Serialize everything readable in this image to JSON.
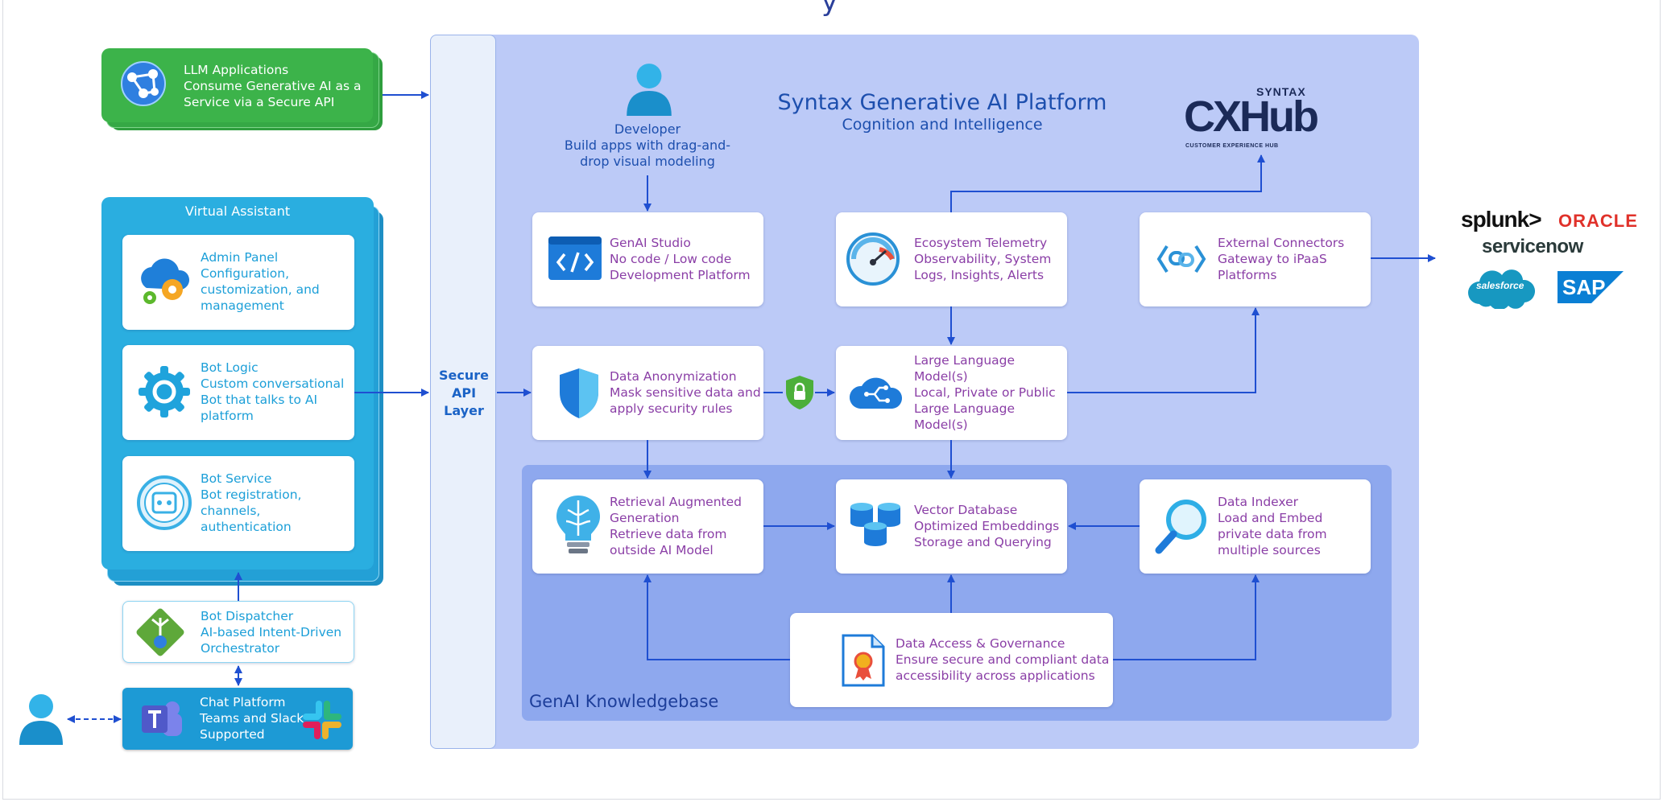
{
  "title_fragment": "y",
  "platform": {
    "title": "Syntax Generative AI Platform",
    "subtitle": "Cognition and Intelligence"
  },
  "api_layer": {
    "lines": [
      "Secure",
      "API",
      "Layer"
    ]
  },
  "knowledgebase_label": "GenAI Knowledgebase",
  "llm_apps": {
    "lines": [
      "LLM Applications",
      "Consume Generative AI as a",
      "Service via a Secure API"
    ]
  },
  "virtual_assistant": {
    "title": "Virtual Assistant",
    "cards": [
      {
        "name": "admin-panel",
        "lines": [
          "Admin Panel",
          "Configuration,",
          "customization, and",
          "management"
        ]
      },
      {
        "name": "bot-logic",
        "lines": [
          "Bot Logic",
          "Custom conversational",
          "Bot that talks to AI",
          "platform"
        ]
      },
      {
        "name": "bot-service",
        "lines": [
          "Bot Service",
          "Bot registration,",
          "channels,",
          "authentication"
        ]
      }
    ]
  },
  "bot_dispatcher": {
    "lines": [
      "Bot Dispatcher",
      "AI-based Intent-Driven",
      "Orchestrator"
    ]
  },
  "chat_platform": {
    "lines": [
      "Chat Platform",
      "Teams and Slack",
      "Supported"
    ]
  },
  "developer": {
    "lines": [
      "Developer",
      "Build apps with drag-and-",
      "drop visual modeling"
    ]
  },
  "cxhub": {
    "brand": "SYNTAX",
    "mark": "CXHub",
    "tagline": "CUSTOMER EXPERIENCE HUB"
  },
  "cards": {
    "genai_studio": [
      "GenAI Studio",
      "No code / Low code",
      "Development Platform"
    ],
    "telemetry": [
      "Ecosystem Telemetry",
      "Observability, System",
      "Logs, Insights, Alerts"
    ],
    "connectors": [
      "External Connectors",
      "Gateway to iPaaS",
      "Platforms"
    ],
    "anonymization": [
      "Data Anonymization",
      "Mask sensitive data and",
      "apply security rules"
    ],
    "llm": [
      "Large Language",
      "Model(s)",
      "Local, Private or Public",
      "Large Language",
      "Model(s)"
    ],
    "rag": [
      "Retrieval Augmented",
      "Generation",
      "Retrieve data from",
      "outside AI Model"
    ],
    "vector_db": [
      "Vector Database",
      "Optimized Embeddings",
      "Storage and Querying"
    ],
    "indexer": [
      "Data Indexer",
      "Load and Embed",
      "private data from",
      "multiple sources"
    ],
    "governance": [
      "Data Access & Governance",
      "Ensure secure and compliant data",
      "accessibility across applications"
    ]
  },
  "external_logos": {
    "splunk": "splunk>",
    "oracle": "ORACLE",
    "servicenow": "servicenow",
    "salesforce": "salesforce",
    "sap": "SAP"
  },
  "colors": {
    "platform_bg": "#bccaf7",
    "knowledgebase_bg": "#8ea8ee",
    "card_text": "#8a3ea6",
    "arrow": "#1f4fd1",
    "green_card": "#3cb34a",
    "va_card": "#2aaee0"
  }
}
